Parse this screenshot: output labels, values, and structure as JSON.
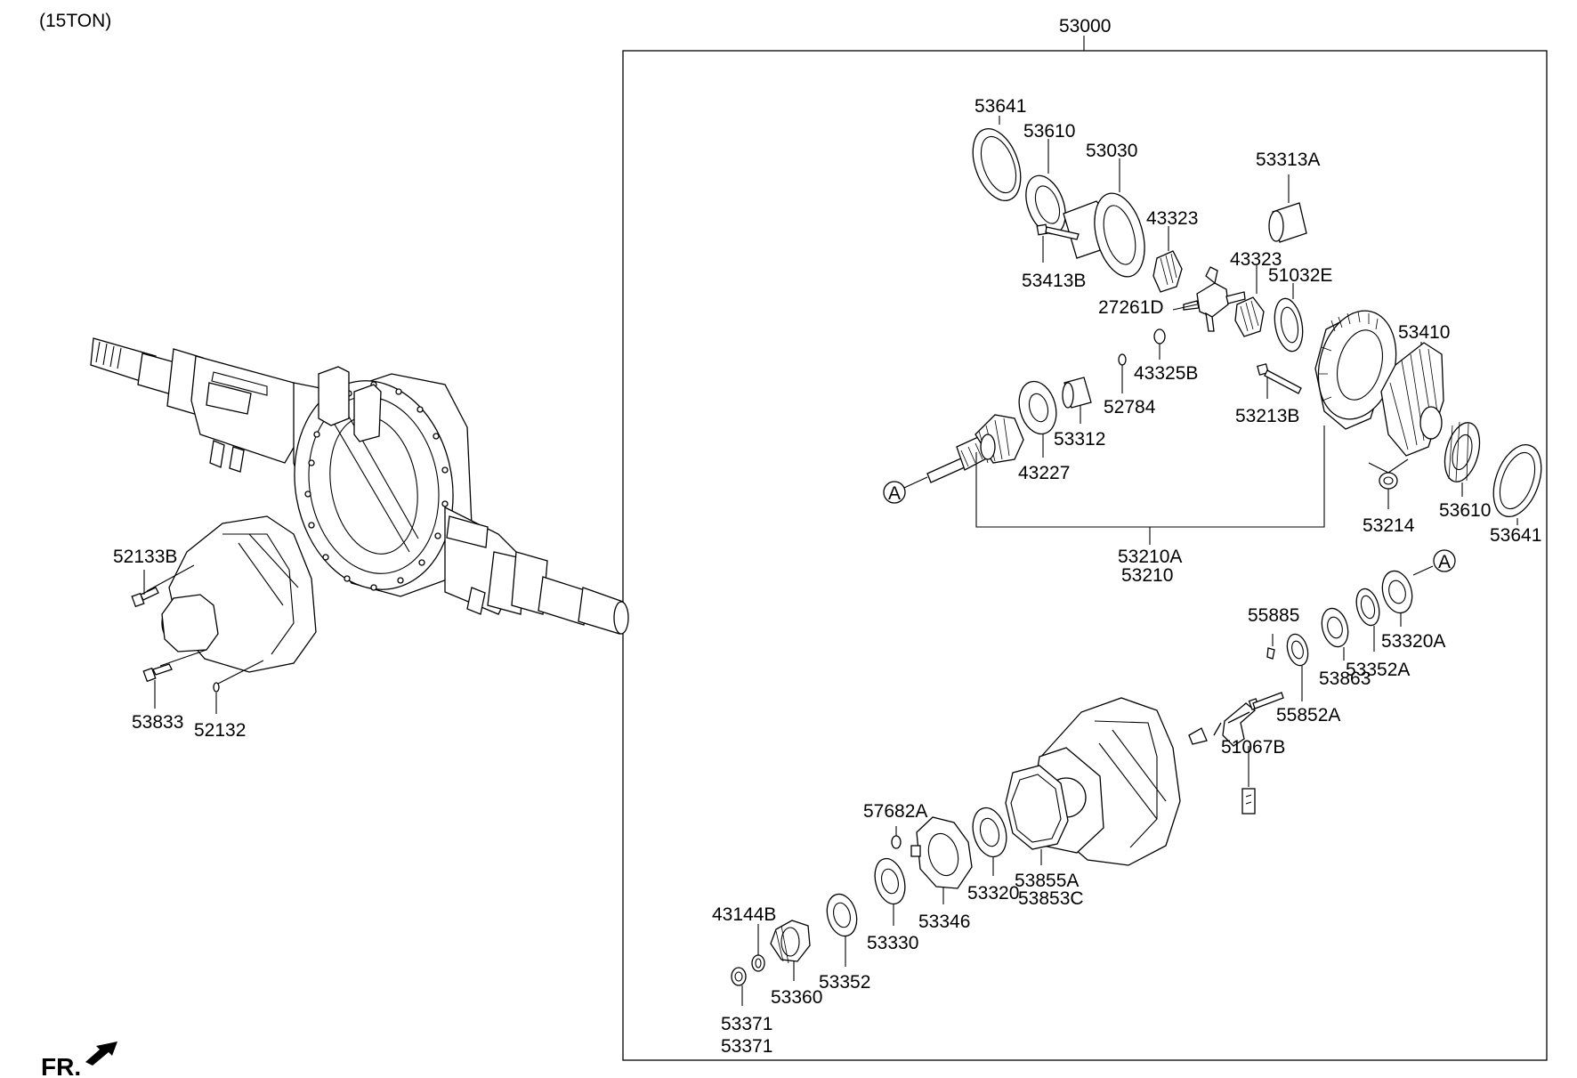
{
  "title": "(15TON)",
  "front_marker": "FR.",
  "assembly": "53000",
  "ref_marker": "A",
  "labels": {
    "p53641a": "53641",
    "p53610a": "53610",
    "p53030": "53030",
    "p53313a": "53313A",
    "p43323a": "43323",
    "p43323b": "43323",
    "p51032e": "51032E",
    "p53413b": "53413B",
    "p27261d": "27261D",
    "p53410": "53410",
    "p43325b": "43325B",
    "p52784": "52784",
    "p53312": "53312",
    "p53213b": "53213B",
    "p43227": "43227",
    "p53610b": "53610",
    "p53641b": "53641",
    "p53214": "53214",
    "p53210a": "53210A",
    "p53210": "53210",
    "p55885": "55885",
    "p53320a": "53320A",
    "p53352a": "53352A",
    "p53863": "53863",
    "p55852a": "55852A",
    "p51067b": "51067B",
    "p57682a": "57682A",
    "p53855a": "53855A",
    "p53853c": "53853C",
    "p53320": "53320",
    "p53346": "53346",
    "p53330": "53330",
    "p43144b": "43144B",
    "p53352": "53352",
    "p53360": "53360",
    "p53371a": "53371",
    "p53371b": "53371",
    "p52133b": "52133B",
    "p53833": "53833",
    "p52132": "52132"
  }
}
